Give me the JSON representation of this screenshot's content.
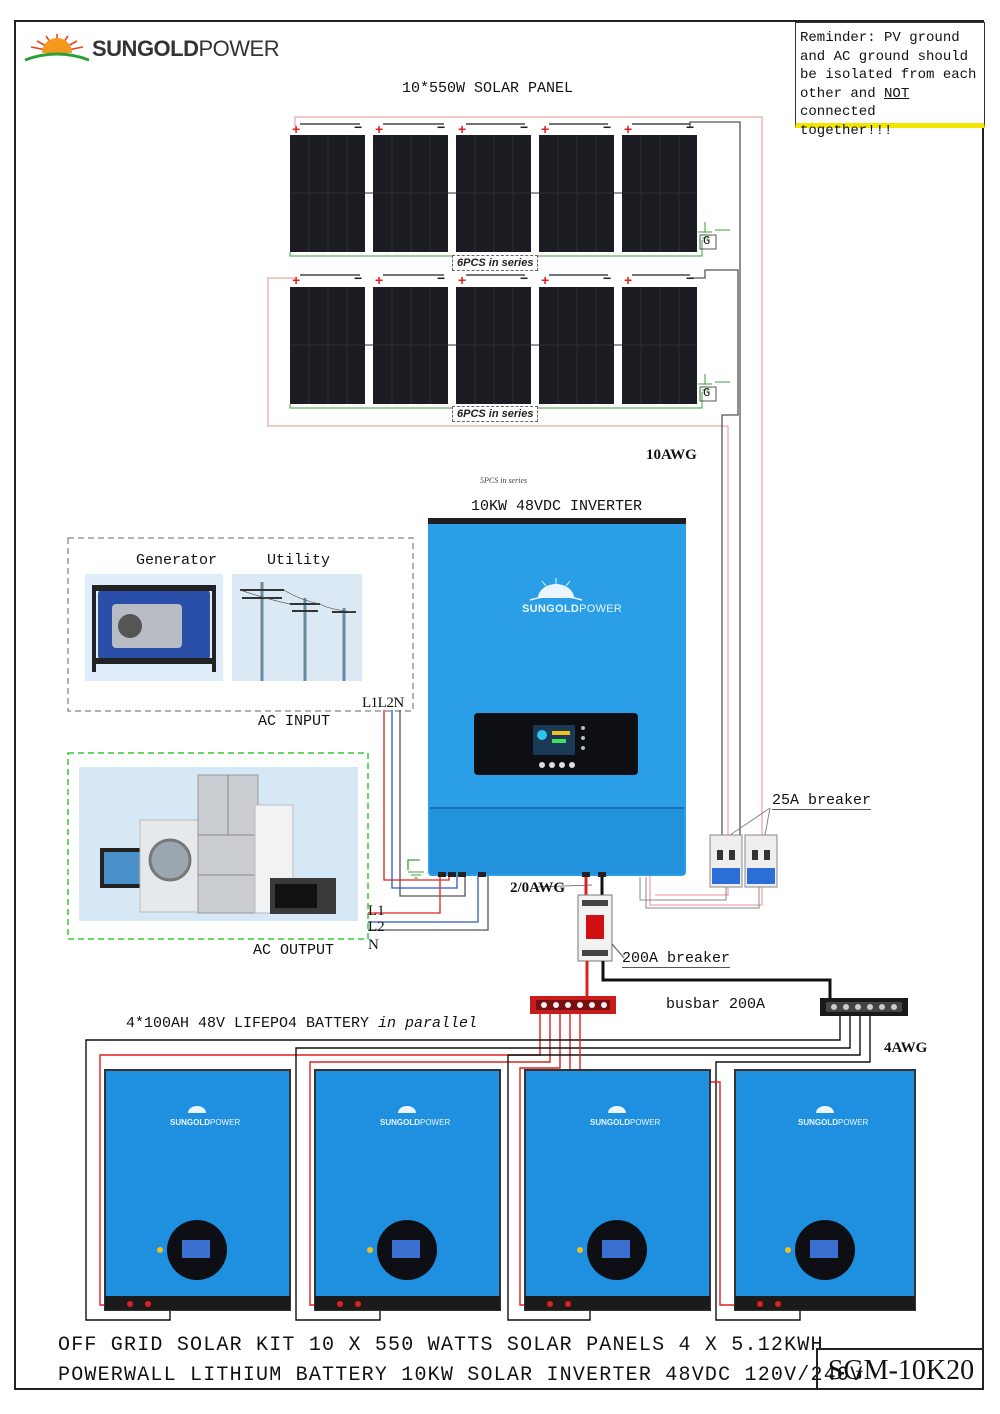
{
  "brand": {
    "name_bold": "SUNGOLD",
    "name_thin": "POWER"
  },
  "reminder": {
    "line1": "Reminder: PV ground",
    "line2": "and AC ground should",
    "line3": "be isolated from each",
    "line4_a": "other and ",
    "line4_not": "NOT",
    "line4_b": " connected",
    "line5": "together!!!"
  },
  "solar": {
    "title": "10*550W SOLAR PANEL",
    "string_label_top": "6PCS in series",
    "string_label_bottom": "6PCS in series",
    "ground_top": "G",
    "ground_bottom": "G",
    "wire_gauge": "10AWG"
  },
  "inverter": {
    "note": "5PCS in series",
    "title": "10KW 48VDC INVERTER",
    "logo_bold": "SUNGOLD",
    "logo_thin": "POWER",
    "dc_wire": "2/0AWG"
  },
  "ac_input": {
    "generator_label": "Generator",
    "utility_label": "Utility",
    "title": "AC INPUT",
    "terminals": "L1L2N"
  },
  "ac_output": {
    "title": "AC OUTPUT",
    "l1": "L1",
    "l2": "L2",
    "n": "N"
  },
  "breakers": {
    "pv_breaker": "25A breaker",
    "battery_breaker": "200A breaker",
    "busbar": "busbar 200A",
    "busbar_wire": "4AWG"
  },
  "battery": {
    "title_a": "4*100AH 48V LIFEPO4 BATTERY ",
    "title_b": "in parallel",
    "logo_bold": "SUNGOLD",
    "logo_thin": "POWER"
  },
  "footer": {
    "line1": "OFF GRID SOLAR KIT 10 X 550 WATTS SOLAR PANELS 4 X 5.12KWH",
    "line2": "POWERWALL LITHIUM BATTERY 10KW SOLAR INVERTER 48VDC 120V/240V",
    "model": "SGM-10K20"
  },
  "colors": {
    "positive_wire": "#e02020",
    "negative_wire": "#111111",
    "pv_wire": "#f0a8a8",
    "inverter_blue": "#2a9ee6",
    "battery_blue": "#1f8fe0",
    "ac_input_border": "#999999",
    "ac_output_border": "#33cc33",
    "reminder_highlight": "#f2e600"
  },
  "icons": [
    "sun-logo-icon",
    "solar-panel-icon",
    "ground-icon",
    "inverter-display-icon",
    "breaker-icon",
    "busbar-icon",
    "generator-image",
    "utility-pole-image",
    "appliances-image",
    "battery-display-icon"
  ]
}
